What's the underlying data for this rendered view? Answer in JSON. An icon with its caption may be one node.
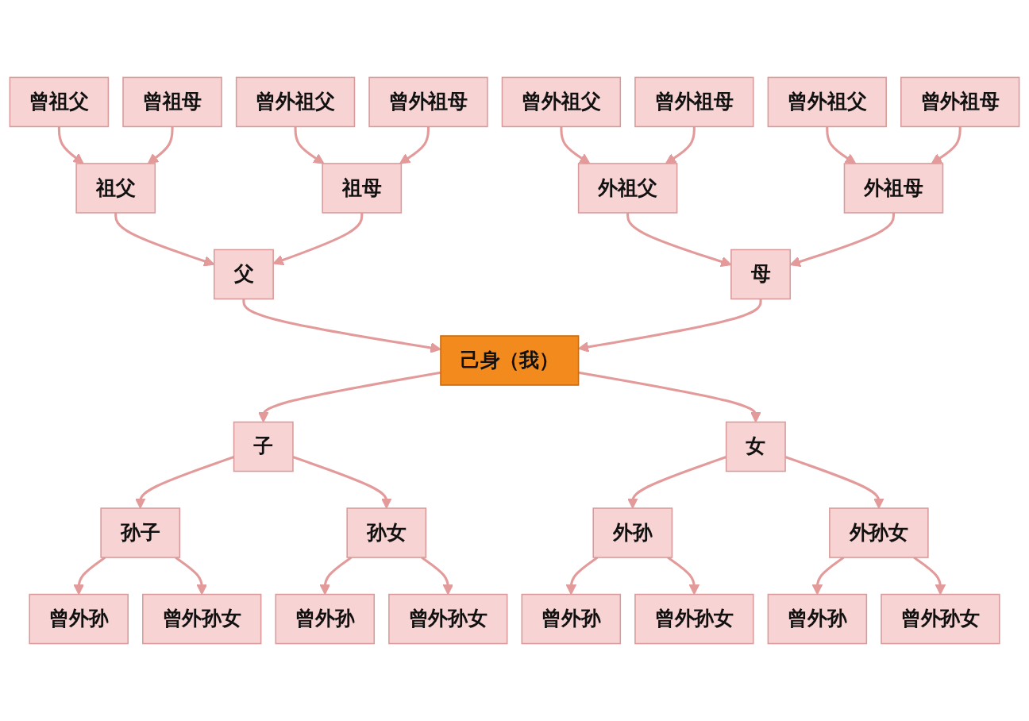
{
  "diagram": {
    "nodes": [
      {
        "text": [
          "曾祖父"
        ]
      },
      {
        "text": [
          "曾祖母"
        ]
      },
      {
        "text": [
          "曾外祖父"
        ]
      },
      {
        "text": [
          "曾外祖母"
        ]
      },
      {
        "text": [
          "曾外祖父"
        ]
      },
      {
        "text": [
          "曾外祖母"
        ]
      },
      {
        "text": [
          "曾外祖父"
        ]
      },
      {
        "text": [
          "曾外祖母"
        ]
      },
      {
        "text": [
          "祖父"
        ]
      },
      {
        "text": [
          "祖母"
        ]
      },
      {
        "text": [
          "外祖父"
        ]
      },
      {
        "text": [
          "外祖母"
        ]
      },
      {
        "text": [
          "父"
        ]
      },
      {
        "text": [
          "母"
        ]
      },
      {
        "text": [
          "己身（我）"
        ]
      },
      {
        "text": [
          "子"
        ]
      },
      {
        "text": [
          "女"
        ]
      },
      {
        "text": [
          "孙子"
        ]
      },
      {
        "text": [
          "孙女"
        ]
      },
      {
        "text": [
          "外孙"
        ]
      },
      {
        "text": [
          "外孙女"
        ]
      },
      {
        "text": [
          "曾外孙"
        ]
      },
      {
        "text": [
          "曾外孙女"
        ]
      },
      {
        "text": [
          "曾外孙"
        ]
      },
      {
        "text": [
          "曾外孙女"
        ]
      },
      {
        "text": [
          "曾外孙"
        ]
      },
      {
        "text": [
          "曾外孙女"
        ]
      },
      {
        "text": [
          "曾外孙"
        ]
      },
      {
        "text": [
          "曾外孙女"
        ]
      }
    ],
    "edges": [
      {
        "from": 0,
        "to": 8,
        "arrow": "to"
      },
      {
        "from": 1,
        "to": 8,
        "arrow": "to"
      },
      {
        "from": 2,
        "to": 9,
        "arrow": "to"
      },
      {
        "from": 3,
        "to": 9,
        "arrow": "to"
      },
      {
        "from": 4,
        "to": 10,
        "arrow": "to"
      },
      {
        "from": 5,
        "to": 10,
        "arrow": "to"
      },
      {
        "from": 6,
        "to": 11,
        "arrow": "to"
      },
      {
        "from": 7,
        "to": 11,
        "arrow": "to"
      },
      {
        "from": 8,
        "to": 12,
        "arrow": "to"
      },
      {
        "from": 9,
        "to": 12,
        "arrow": "to"
      },
      {
        "from": 10,
        "to": 13,
        "arrow": "to"
      },
      {
        "from": 11,
        "to": 13,
        "arrow": "to"
      },
      {
        "from": 12,
        "to": 14,
        "arrow": "to"
      },
      {
        "from": 13,
        "to": 14,
        "arrow": "to"
      },
      {
        "from": 14,
        "to": 15,
        "arrow": "to"
      },
      {
        "from": 14,
        "to": 16,
        "arrow": "to"
      },
      {
        "from": 15,
        "to": 17,
        "arrow": "to"
      },
      {
        "from": 15,
        "to": 18,
        "arrow": "to"
      },
      {
        "from": 16,
        "to": 19,
        "arrow": "to"
      },
      {
        "from": 16,
        "to": 20,
        "arrow": "to"
      },
      {
        "from": 17,
        "to": 21,
        "arrow": "to"
      },
      {
        "from": 17,
        "to": 22,
        "arrow": "to"
      },
      {
        "from": 18,
        "to": 23,
        "arrow": "to"
      },
      {
        "from": 18,
        "to": 24,
        "arrow": "to"
      },
      {
        "from": 19,
        "to": 25,
        "arrow": "to"
      },
      {
        "from": 19,
        "to": 26,
        "arrow": "to"
      },
      {
        "from": 20,
        "to": 27,
        "arrow": "to"
      },
      {
        "from": 20,
        "to": 28,
        "arrow": "to"
      }
    ]
  }
}
